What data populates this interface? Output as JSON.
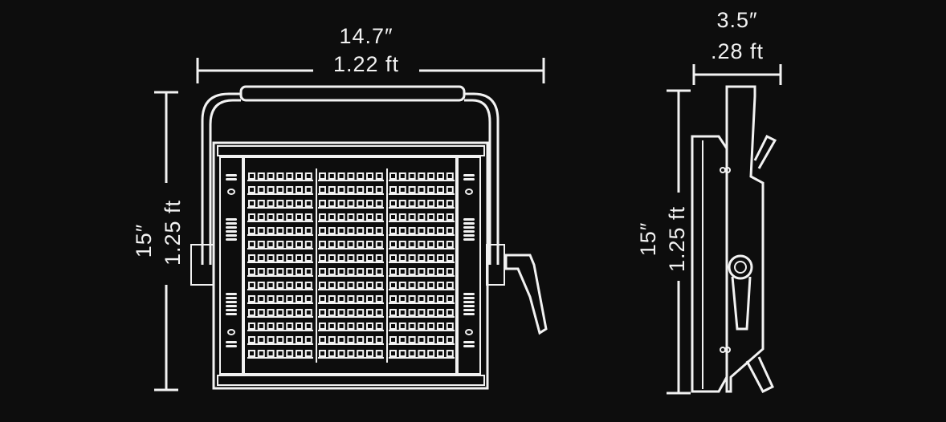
{
  "front_view": {
    "width_in": "14.7″",
    "width_ft": "1.22 ft",
    "height_in": "15″",
    "height_ft": "1.25 ft",
    "led_columns": 3,
    "leds_per_column_row": 7,
    "led_rows": 14
  },
  "side_view": {
    "depth_in": "3.5″",
    "depth_ft": ".28 ft",
    "height_in": "15″",
    "height_ft": "1.25 ft"
  },
  "colors": {
    "background": "#0d0d0d",
    "line": "#f2f2f2"
  }
}
